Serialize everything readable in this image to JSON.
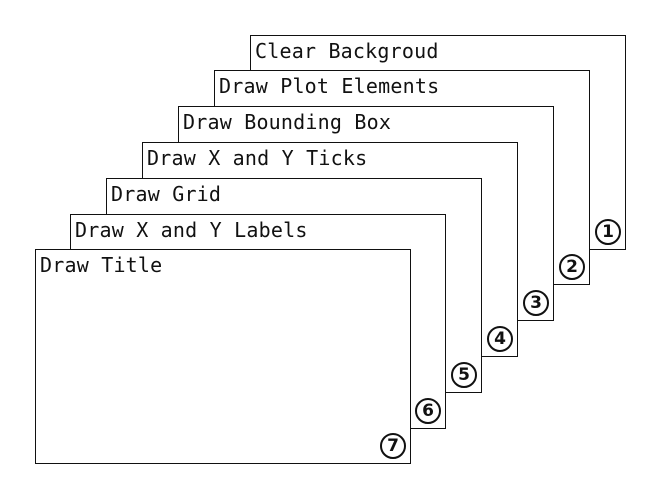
{
  "layers": [
    {
      "step": "1",
      "label": "Clear Backgroud"
    },
    {
      "step": "2",
      "label": "Draw Plot Elements"
    },
    {
      "step": "3",
      "label": "Draw Bounding Box"
    },
    {
      "step": "4",
      "label": "Draw X and Y Ticks"
    },
    {
      "step": "5",
      "label": "Draw Grid"
    },
    {
      "step": "6",
      "label": "Draw X and Y Labels"
    },
    {
      "step": "7",
      "label": "Draw Title"
    }
  ]
}
